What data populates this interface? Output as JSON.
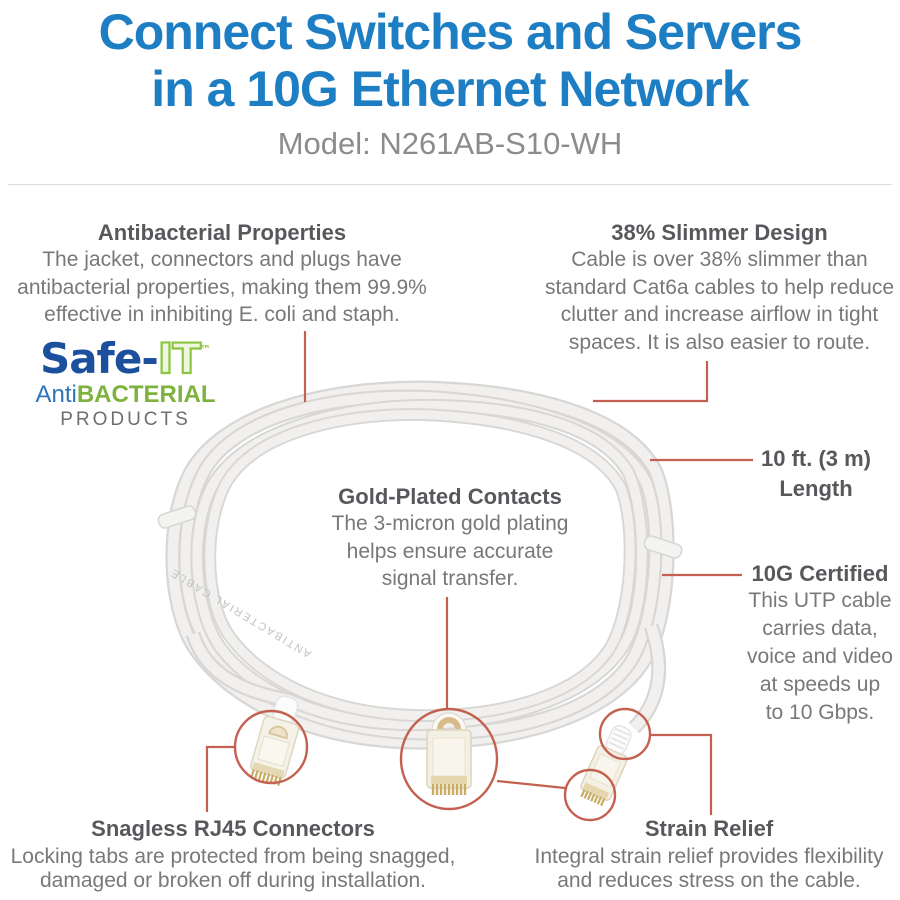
{
  "header": {
    "title_line1": "Connect Switches and Servers",
    "title_line2": "in a 10G Ethernet Network",
    "model": "Model: N261AB-S10-WH"
  },
  "logo": {
    "brand_main": "Safe",
    "brand_hyphen": "-",
    "brand_it": "IT",
    "trademark": "™",
    "sub_prefix": "Anti",
    "sub_bold": "BACTERIAL",
    "sub_caption": "PRODUCTS"
  },
  "callouts": {
    "antibacterial": {
      "heading": "Antibacterial Properties",
      "lines": [
        "The jacket, connectors and plugs have",
        "antibacterial properties, making them 99.9%",
        "effective in inhibiting E. coli and staph."
      ]
    },
    "slimmer": {
      "heading": "38% Slimmer Design",
      "lines": [
        "Cable is over 38% slimmer than",
        "standard Cat6a cables to help reduce",
        "clutter and increase airflow in tight",
        "spaces. It is also easier to route."
      ]
    },
    "length": {
      "heading_line1": "10 ft. (3 m)",
      "heading_line2": "Length"
    },
    "gold": {
      "heading": "Gold-Plated Contacts",
      "lines": [
        "The 3-micron gold plating",
        "helps ensure accurate",
        "signal transfer."
      ]
    },
    "certified": {
      "heading": "10G Certified",
      "lines": [
        "This UTP cable",
        "carries data,",
        "voice and video",
        "at speeds up",
        "to 10 Gbps."
      ]
    },
    "snagless": {
      "heading": "Snagless RJ45 Connectors",
      "lines": [
        "Locking tabs are protected from being snagged,",
        "damaged or broken off during installation."
      ]
    },
    "strain": {
      "heading": "Strain Relief",
      "lines": [
        "Integral strain relief provides flexibility",
        "and reduces stress on the cable."
      ]
    }
  },
  "cable": {
    "print_text": "ANTIBACTERIAL CABLE"
  },
  "colors": {
    "title_blue": "#1e7ec3",
    "heading_gray": "#57585b",
    "body_gray": "#77787b",
    "model_gray": "#8a8c8e",
    "divider_gray": "#dbdcde",
    "callout_line_red": "#c4604f",
    "logo_blue_dark": "#1c509e",
    "logo_blue": "#2e74b8",
    "logo_green": "#8cc63e",
    "logo_gray": "#6d6e71",
    "cable_white": "#f1f0ee",
    "cable_edge": "#d8d7d5",
    "contact_gold": "#c9ab62"
  }
}
